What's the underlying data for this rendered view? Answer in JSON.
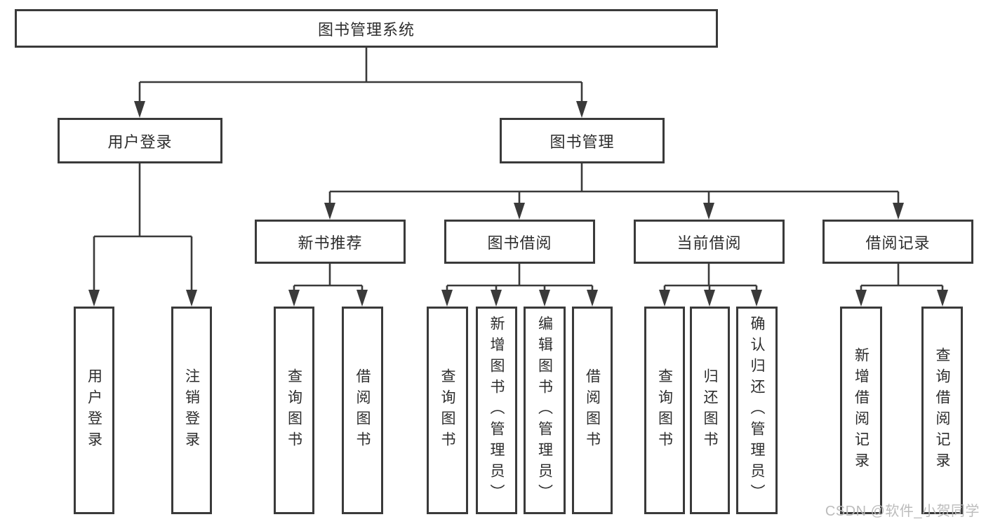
{
  "colors": {
    "line": "#3a3a3a",
    "box_border": "#3a3a3a",
    "text": "#2d2d2d",
    "watermark": "#b9b9b9",
    "background": "#ffffff"
  },
  "watermark": "CSDN @软件_小贺同学",
  "tree": {
    "label": "图书管理系统",
    "children": [
      {
        "label": "用户登录",
        "children": [
          {
            "label": "用户登录"
          },
          {
            "label": "注销登录"
          }
        ]
      },
      {
        "label": "图书管理",
        "children": [
          {
            "label": "新书推荐",
            "children": [
              {
                "label": "查询图书"
              },
              {
                "label": "借阅图书"
              }
            ]
          },
          {
            "label": "图书借阅",
            "children": [
              {
                "label": "查询图书"
              },
              {
                "label": "新增图书（管理员）"
              },
              {
                "label": "编辑图书（管理员）"
              },
              {
                "label": "借阅图书"
              }
            ]
          },
          {
            "label": "当前借阅",
            "children": [
              {
                "label": "查询图书"
              },
              {
                "label": "归还图书"
              },
              {
                "label": "确认归还（管理员）"
              }
            ]
          },
          {
            "label": "借阅记录",
            "children": [
              {
                "label": "新增借阅记录"
              },
              {
                "label": "查询借阅记录"
              }
            ]
          }
        ]
      }
    ]
  }
}
